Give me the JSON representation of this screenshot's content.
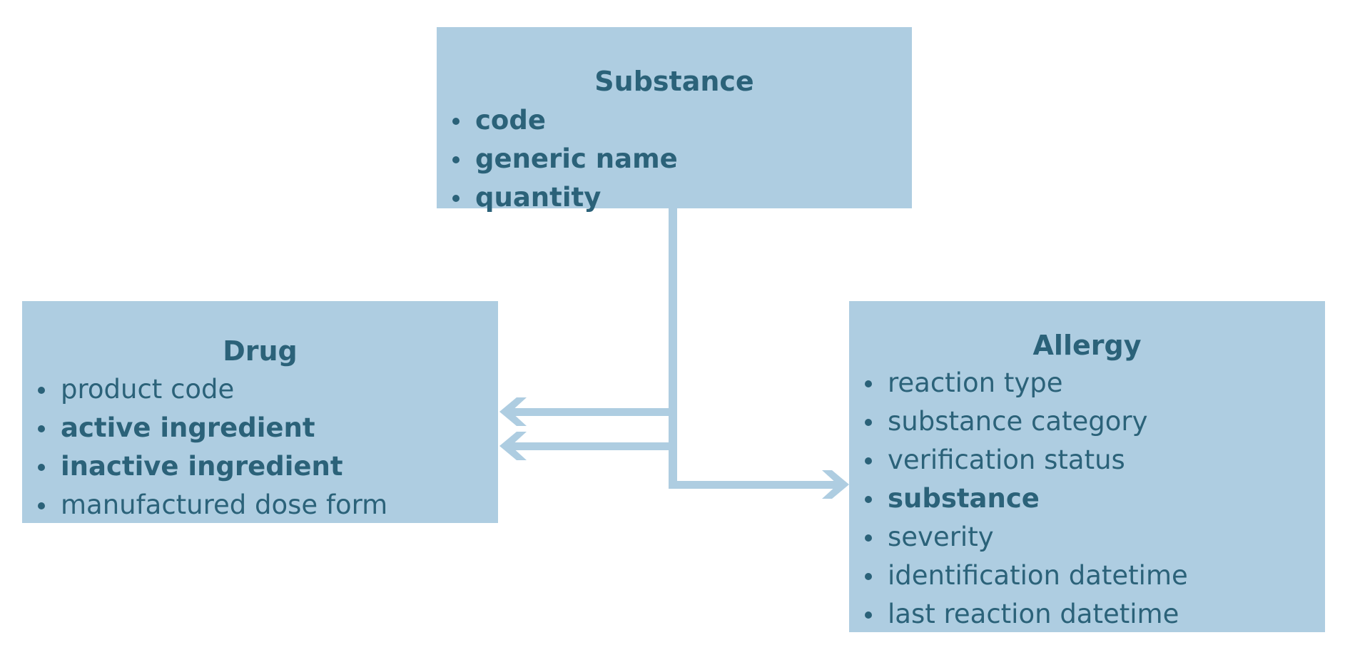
{
  "boxes": {
    "substance": {
      "title": "Substance",
      "items": [
        {
          "label": "code",
          "bold": true
        },
        {
          "label": "generic name",
          "bold": true
        },
        {
          "label": "quantity",
          "bold": true
        }
      ]
    },
    "drug": {
      "title": "Drug",
      "items": [
        {
          "label": "product code",
          "bold": false
        },
        {
          "label": "active ingredient",
          "bold": true
        },
        {
          "label": "inactive ingredient",
          "bold": true
        },
        {
          "label": "manufactured dose form",
          "bold": false
        }
      ]
    },
    "allergy": {
      "title": "Allergy",
      "items": [
        {
          "label": "reaction type",
          "bold": false
        },
        {
          "label": "substance category",
          "bold": false
        },
        {
          "label": "verification status",
          "bold": false
        },
        {
          "label": "substance",
          "bold": true
        },
        {
          "label": "severity",
          "bold": false
        },
        {
          "label": "identification datetime",
          "bold": false
        },
        {
          "label": "last reaction datetime",
          "bold": false
        }
      ]
    }
  },
  "colors": {
    "box_fill": "#aecde1",
    "text": "#2b6279",
    "connector": "#aecde1"
  }
}
